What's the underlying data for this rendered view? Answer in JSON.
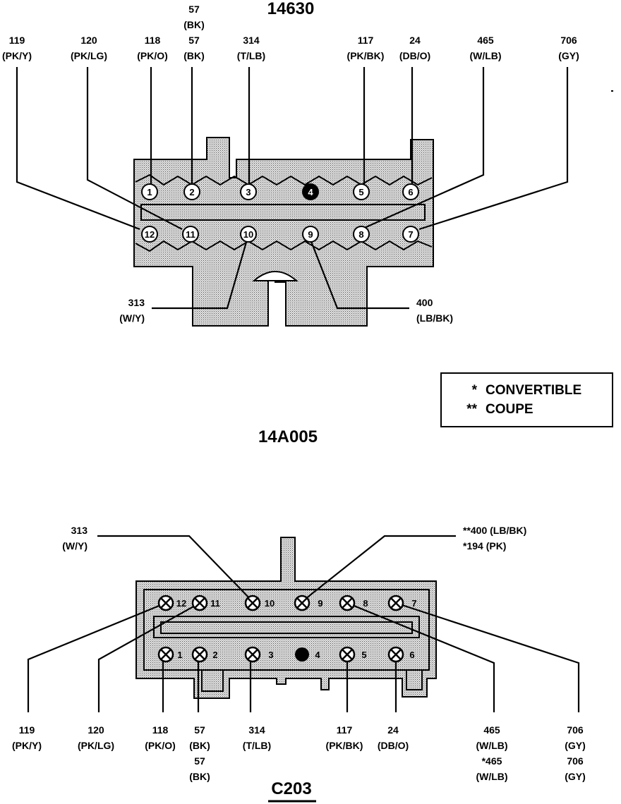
{
  "top_connector": {
    "title": "14630",
    "wires": [
      {
        "pin": "1",
        "circuit": "118",
        "color": "(PK/O)"
      },
      {
        "pin": "2",
        "circuit": "57",
        "color": "(BK)",
        "alt_circuit": "57",
        "alt_color": "(BK)"
      },
      {
        "pin": "3",
        "circuit": "314",
        "color": "(T/LB)"
      },
      {
        "pin": "5",
        "circuit": "117",
        "color": "(PK/BK)"
      },
      {
        "pin": "6",
        "circuit": "24",
        "color": "(DB/O)"
      },
      {
        "pin": "7",
        "circuit": "706",
        "color": "(GY)"
      },
      {
        "pin": "8",
        "circuit": "465",
        "color": "(W/LB)"
      },
      {
        "pin": "9",
        "circuit": "400",
        "color": "(LB/BK)"
      },
      {
        "pin": "10",
        "circuit": "313",
        "color": "(W/Y)"
      },
      {
        "pin": "11",
        "circuit": "120",
        "color": "(PK/LG)"
      },
      {
        "pin": "12",
        "circuit": "119",
        "color": "(PK/Y)"
      }
    ],
    "pins": [
      "1",
      "2",
      "3",
      "4",
      "5",
      "6",
      "7",
      "8",
      "9",
      "10",
      "11",
      "12"
    ]
  },
  "legend": {
    "items": [
      {
        "mark": "*",
        "label": "CONVERTIBLE"
      },
      {
        "mark": "**",
        "label": "COUPE"
      }
    ]
  },
  "bottom_connector": {
    "title": "14A005",
    "subtitle": "C203",
    "pins": [
      "1",
      "2",
      "3",
      "4",
      "5",
      "6",
      "7",
      "8",
      "9",
      "10",
      "11",
      "12"
    ],
    "top_labels": [
      {
        "circuit": "313",
        "color": "(W/Y)"
      },
      {
        "line1": "**400 (LB/BK)",
        "line2": "*194 (PK)"
      }
    ],
    "bottom_labels": [
      {
        "circuit": "119",
        "color": "(PK/Y)"
      },
      {
        "circuit": "120",
        "color": "(PK/LG)"
      },
      {
        "circuit": "118",
        "color": "(PK/O)"
      },
      {
        "circuit": "57",
        "color": "(BK)",
        "alt_circuit": "57",
        "alt_color": "(BK)"
      },
      {
        "circuit": "314",
        "color": "(T/LB)"
      },
      {
        "circuit": "117",
        "color": "(PK/BK)"
      },
      {
        "circuit": "24",
        "color": "(DB/O)"
      },
      {
        "circuit": "465",
        "color": "(W/LB)",
        "alt_circuit": "*465",
        "alt_color": "(W/LB)"
      },
      {
        "circuit": "706",
        "color": "(GY)",
        "alt_circuit": "706",
        "alt_color": "(GY)"
      }
    ]
  }
}
